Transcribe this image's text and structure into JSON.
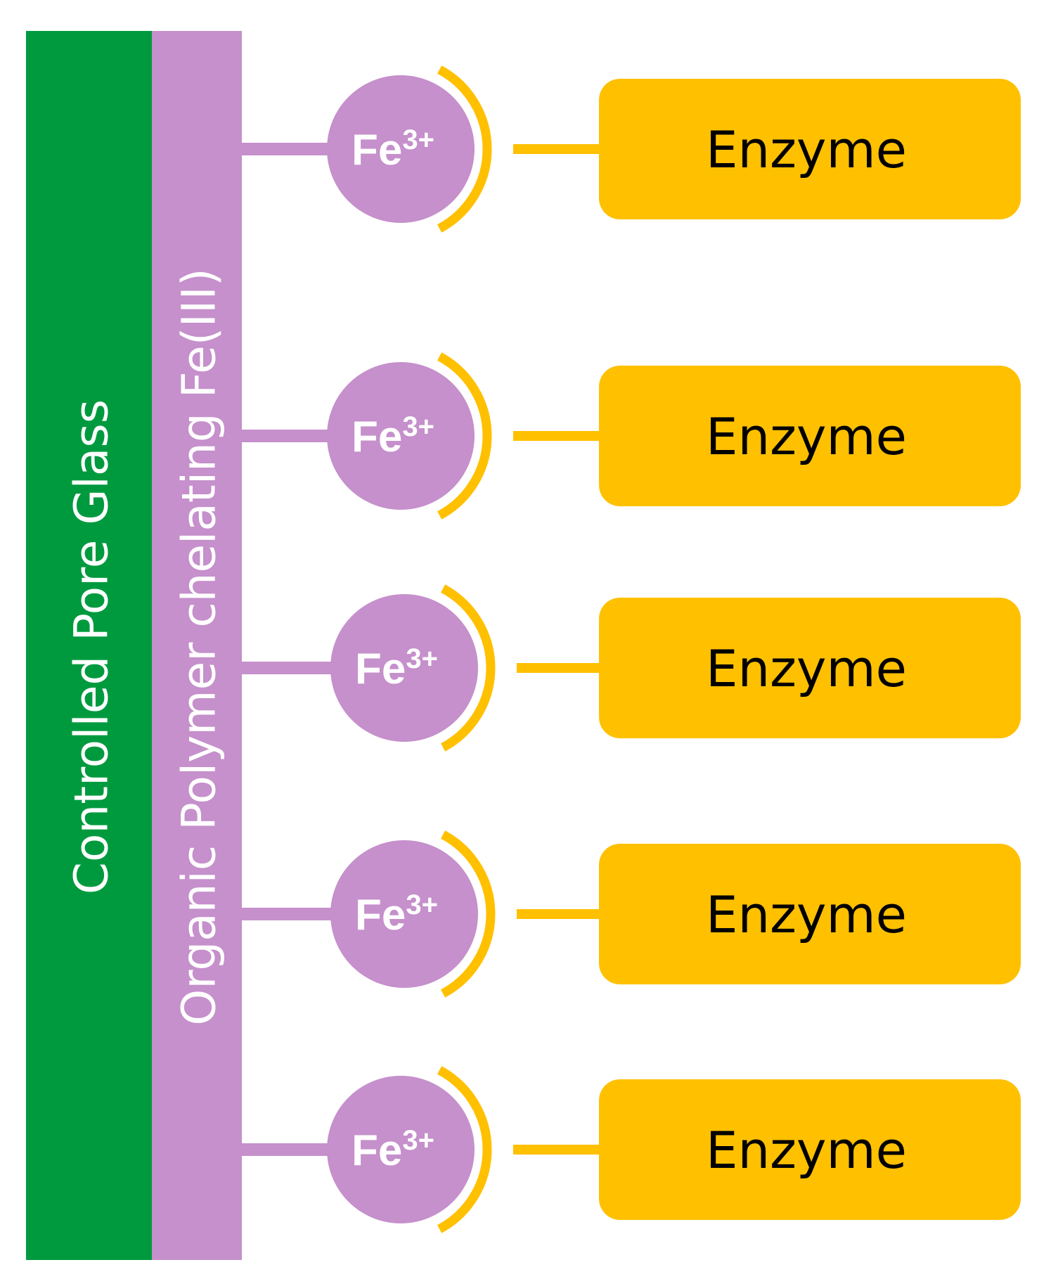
{
  "colors": {
    "glass": "#009A3E",
    "polymer": "#C590CB",
    "enzyme": "#FFC000",
    "glass_text": "#ffffff",
    "polymer_text": "#ffffff",
    "ion_text": "#ffffff",
    "enzyme_text": "#000000"
  },
  "support": {
    "label": "Controlled Pore Glass"
  },
  "polymer": {
    "label": "Organic Polymer chelating Fe(III)"
  },
  "units": [
    {
      "ion_base": "Fe",
      "ion_charge": "3+",
      "enzyme_label": "Enzyme"
    },
    {
      "ion_base": "Fe",
      "ion_charge": "3+",
      "enzyme_label": "Enzyme"
    },
    {
      "ion_base": "Fe",
      "ion_charge": "3+",
      "enzyme_label": "Enzyme"
    },
    {
      "ion_base": "Fe",
      "ion_charge": "3+",
      "enzyme_label": "Enzyme"
    },
    {
      "ion_base": "Fe",
      "ion_charge": "3+",
      "enzyme_label": "Enzyme"
    }
  ]
}
